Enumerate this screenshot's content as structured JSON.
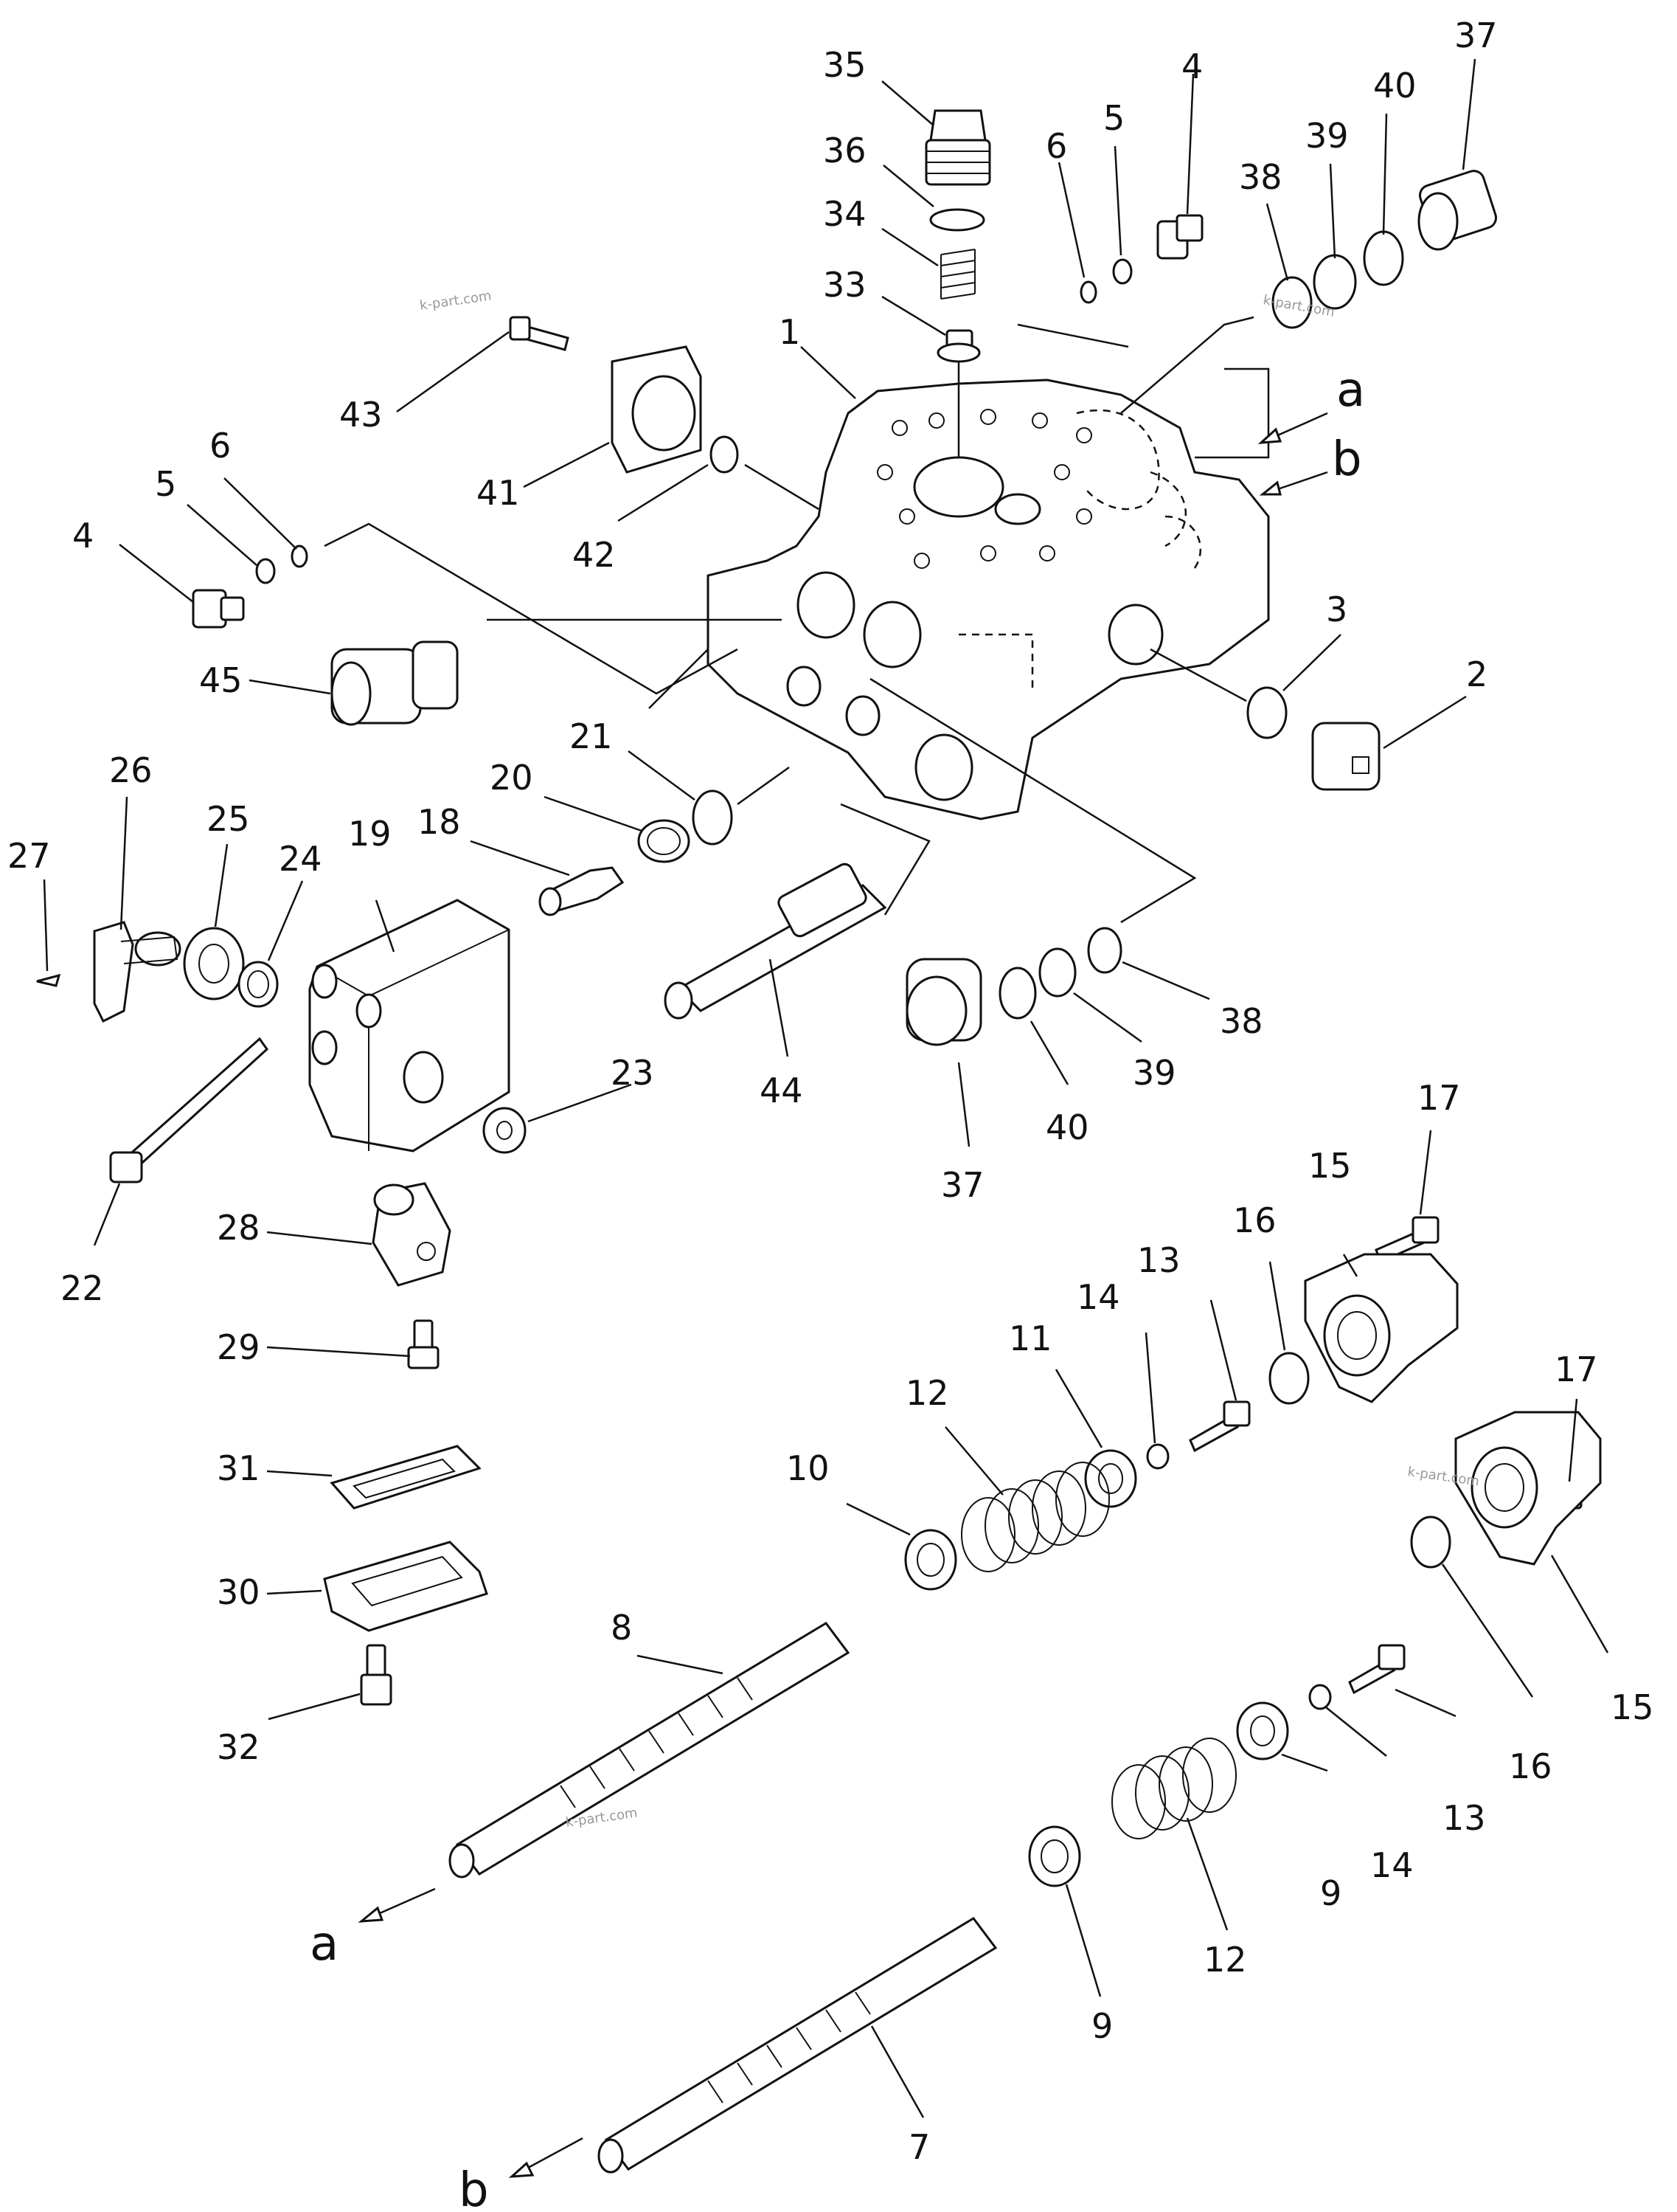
{
  "diagram": {
    "callouts": [
      {
        "id": "c-35",
        "text": "35"
      },
      {
        "id": "c-36",
        "text": "36"
      },
      {
        "id": "c-34",
        "text": "34"
      },
      {
        "id": "c-33",
        "text": "33"
      },
      {
        "id": "c-1",
        "text": "1"
      },
      {
        "id": "c-6a",
        "text": "6"
      },
      {
        "id": "c-5a",
        "text": "5"
      },
      {
        "id": "c-4a",
        "text": "4"
      },
      {
        "id": "c-38a",
        "text": "38"
      },
      {
        "id": "c-39a",
        "text": "39"
      },
      {
        "id": "c-40a",
        "text": "40"
      },
      {
        "id": "c-37a",
        "text": "37"
      },
      {
        "id": "c-43",
        "text": "43"
      },
      {
        "id": "c-41",
        "text": "41"
      },
      {
        "id": "c-42",
        "text": "42"
      },
      {
        "id": "c-6b",
        "text": "6"
      },
      {
        "id": "c-5b",
        "text": "5"
      },
      {
        "id": "c-4b",
        "text": "4"
      },
      {
        "id": "c-45",
        "text": "45"
      },
      {
        "id": "c-3",
        "text": "3"
      },
      {
        "id": "c-2",
        "text": "2"
      },
      {
        "id": "c-21",
        "text": "21"
      },
      {
        "id": "c-20",
        "text": "20"
      },
      {
        "id": "c-18",
        "text": "18"
      },
      {
        "id": "c-26",
        "text": "26"
      },
      {
        "id": "c-27",
        "text": "27"
      },
      {
        "id": "c-25",
        "text": "25"
      },
      {
        "id": "c-24",
        "text": "24"
      },
      {
        "id": "c-19",
        "text": "19"
      },
      {
        "id": "c-23",
        "text": "23"
      },
      {
        "id": "c-44",
        "text": "44"
      },
      {
        "id": "c-38b",
        "text": "38"
      },
      {
        "id": "c-39b",
        "text": "39"
      },
      {
        "id": "c-40b",
        "text": "40"
      },
      {
        "id": "c-37b",
        "text": "37"
      },
      {
        "id": "c-22",
        "text": "22"
      },
      {
        "id": "c-28",
        "text": "28"
      },
      {
        "id": "c-29",
        "text": "29"
      },
      {
        "id": "c-31",
        "text": "31"
      },
      {
        "id": "c-30",
        "text": "30"
      },
      {
        "id": "c-32",
        "text": "32"
      },
      {
        "id": "c-17a",
        "text": "17"
      },
      {
        "id": "c-15a",
        "text": "15"
      },
      {
        "id": "c-16a",
        "text": "16"
      },
      {
        "id": "c-13a",
        "text": "13"
      },
      {
        "id": "c-14a",
        "text": "14"
      },
      {
        "id": "c-11",
        "text": "11"
      },
      {
        "id": "c-12a",
        "text": "12"
      },
      {
        "id": "c-10",
        "text": "10"
      },
      {
        "id": "c-8",
        "text": "8"
      },
      {
        "id": "c-17b",
        "text": "17"
      },
      {
        "id": "c-15b",
        "text": "15"
      },
      {
        "id": "c-16b",
        "text": "16"
      },
      {
        "id": "c-13b",
        "text": "13"
      },
      {
        "id": "c-14b",
        "text": "14"
      },
      {
        "id": "c-9a",
        "text": "9"
      },
      {
        "id": "c-12b",
        "text": "12"
      },
      {
        "id": "c-9b",
        "text": "9"
      },
      {
        "id": "c-7",
        "text": "7"
      }
    ],
    "port_letters": {
      "a_top": "a",
      "b_top": "b",
      "a_bottom": "a",
      "b_bottom": "b"
    },
    "watermarks": [
      "k-part.com",
      "k-part.com",
      "k-part.com",
      "k-part.com"
    ]
  }
}
